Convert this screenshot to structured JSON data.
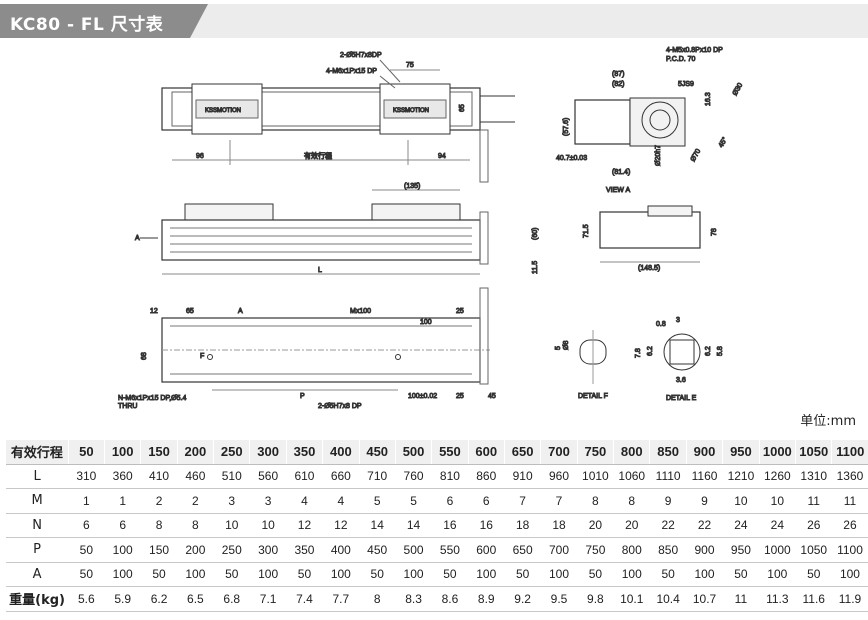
{
  "title": "KC80 - FL 尺寸表",
  "unit_label": "单位:mm",
  "drawing": {
    "top_view": {
      "hole_spec_1": "2-Ø5H7x8DP",
      "hole_spec_2": "4-M6x1Px15 DP",
      "dim_75": "75",
      "dim_65": "65",
      "dim_96": "96",
      "stroke_label": "有效行程",
      "dim_94": "94"
    },
    "side_view": {
      "dim_135": "(135)",
      "dim_60": "(60)",
      "dim_115": "11.5",
      "label_L": "L",
      "label_A_arrow": "A"
    },
    "bottom_view": {
      "dim_12": "12",
      "dim_65": "65",
      "label_A": "A",
      "label_M": "Mx100",
      "dim_25a": "25",
      "dim_100": "100",
      "dim_68": "68",
      "label_F": "F",
      "hole_spec_n": "N-M6x1Px15 DP,Ø5.4",
      "thru": "THRU",
      "label_P": "P",
      "dim_100_tol": "100±0.02",
      "dim_25b": "25",
      "dim_45": "45",
      "hole_spec_3": "2-Ø5H7x8 DP"
    },
    "view_a": {
      "hole_spec": "4-M5x0.8Px10 DP",
      "pcd": "P.C.D. 70",
      "dim_87": "(87)",
      "dim_82": "(82)",
      "dim_5js9": "5JS9",
      "dim_163": "16.3",
      "dim_30": "Ø30",
      "dim_576": "(57.6)",
      "dim_407": "40.7±0.03",
      "dim_814": "(81.4)",
      "dim_45deg": "45°",
      "dim_20h7": "Ø20h7",
      "dim_70": "Ø70",
      "caption": "VIEW A"
    },
    "side_motor": {
      "dim_715": "71.5",
      "dim_1485": "(148.5)",
      "dim_78": "78"
    },
    "detail_f": {
      "dim_5": "5",
      "dim_8": "Ø8",
      "caption": "DETAIL F"
    },
    "detail_e": {
      "dim_08": "0.8",
      "dim_3": "3",
      "dim_78": "7.8",
      "dim_62a": "6.2",
      "dim_62b": "6.2",
      "dim_58": "5.8",
      "dim_36": "3.6",
      "caption": "DETAIL E"
    }
  },
  "table": {
    "header_label": "有效行程",
    "strokes": [
      "50",
      "100",
      "150",
      "200",
      "250",
      "300",
      "350",
      "400",
      "450",
      "500",
      "550",
      "600",
      "650",
      "700",
      "750",
      "800",
      "850",
      "900",
      "950",
      "1000",
      "1050",
      "1100"
    ],
    "rows": [
      {
        "label": "L",
        "values": [
          "310",
          "360",
          "410",
          "460",
          "510",
          "560",
          "610",
          "660",
          "710",
          "760",
          "810",
          "860",
          "910",
          "960",
          "1010",
          "1060",
          "1110",
          "1160",
          "1210",
          "1260",
          "1310",
          "1360"
        ]
      },
      {
        "label": "M",
        "values": [
          "1",
          "1",
          "2",
          "2",
          "3",
          "3",
          "4",
          "4",
          "5",
          "5",
          "6",
          "6",
          "7",
          "7",
          "8",
          "8",
          "9",
          "9",
          "10",
          "10",
          "11",
          "11"
        ]
      },
      {
        "label": "N",
        "values": [
          "6",
          "6",
          "8",
          "8",
          "10",
          "10",
          "12",
          "12",
          "14",
          "14",
          "16",
          "16",
          "18",
          "18",
          "20",
          "20",
          "22",
          "22",
          "24",
          "24",
          "26",
          "26"
        ]
      },
      {
        "label": "P",
        "values": [
          "50",
          "100",
          "150",
          "200",
          "250",
          "300",
          "350",
          "400",
          "450",
          "500",
          "550",
          "600",
          "650",
          "700",
          "750",
          "800",
          "850",
          "900",
          "950",
          "1000",
          "1050",
          "1100"
        ]
      },
      {
        "label": "A",
        "values": [
          "50",
          "100",
          "50",
          "100",
          "50",
          "100",
          "50",
          "100",
          "50",
          "100",
          "50",
          "100",
          "50",
          "100",
          "50",
          "100",
          "50",
          "100",
          "50",
          "100",
          "50",
          "100"
        ]
      },
      {
        "label": "重量(kg)",
        "values": [
          "5.6",
          "5.9",
          "6.2",
          "6.5",
          "6.8",
          "7.1",
          "7.4",
          "7.7",
          "8",
          "8.3",
          "8.6",
          "8.9",
          "9.2",
          "9.5",
          "9.8",
          "10.1",
          "10.4",
          "10.7",
          "11",
          "11.3",
          "11.6",
          "11.9"
        ]
      }
    ]
  }
}
